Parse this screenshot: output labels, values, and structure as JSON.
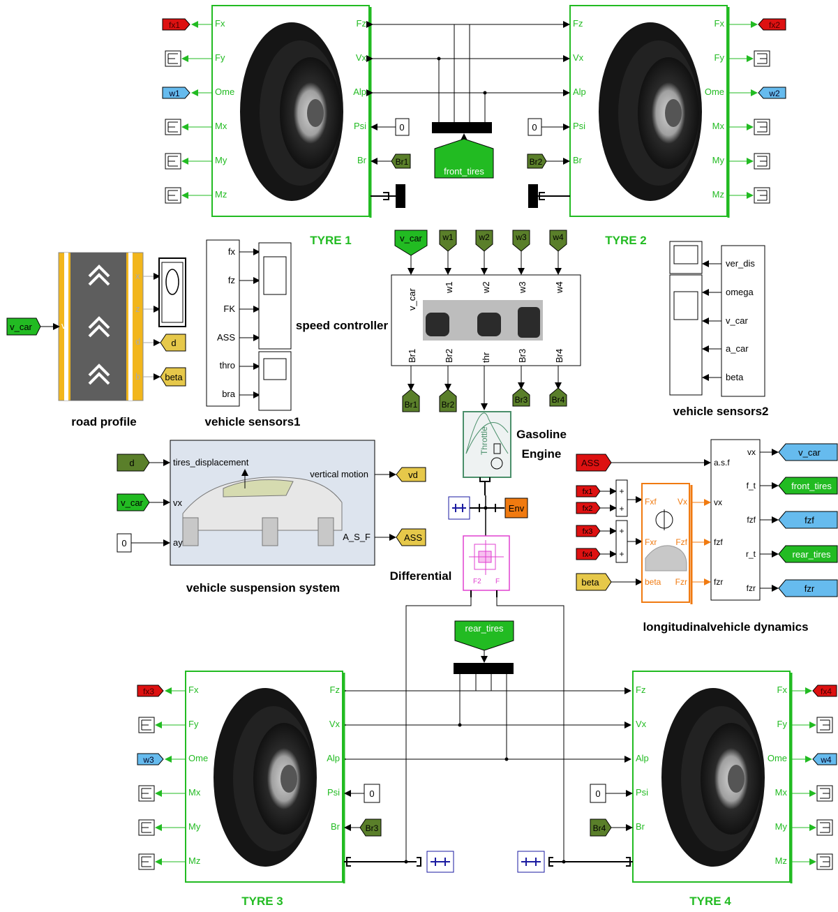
{
  "tyres": {
    "tyre1": {
      "title": "TYRE 1",
      "left_ports": [
        "Fx",
        "Fy",
        "Ome",
        "Mx",
        "My",
        "Mz"
      ],
      "right_ports": [
        "Fz",
        "Vx",
        "Alp",
        "Psi",
        "Br"
      ]
    },
    "tyre2": {
      "title": "TYRE 2",
      "left_ports": [
        "Fz",
        "Vx",
        "Alp",
        "Psi",
        "Br"
      ],
      "right_ports": [
        "Fx",
        "Fy",
        "Ome",
        "Mx",
        "My",
        "Mz"
      ]
    },
    "tyre3": {
      "title": "TYRE 3",
      "left_ports": [
        "Fx",
        "Fy",
        "Ome",
        "Mx",
        "My",
        "Mz"
      ],
      "right_ports": [
        "Fz",
        "Vx",
        "Alp",
        "Psi",
        "Br"
      ]
    },
    "tyre4": {
      "title": "TYRE 4",
      "left_ports": [
        "Fz",
        "Vx",
        "Alp",
        "Psi",
        "Br"
      ],
      "right_ports": [
        "Fx",
        "Fy",
        "Ome",
        "Mx",
        "My",
        "Mz"
      ]
    }
  },
  "tags": {
    "fx1": "fx1",
    "fx2": "fx2",
    "fx3": "fx3",
    "fx4": "fx4",
    "w1": "w1",
    "w2": "w2",
    "w3": "w3",
    "w4": "w4",
    "br1": "Br1",
    "br2": "Br2",
    "br3": "Br3",
    "br4": "Br4",
    "front_tires": "front_tires",
    "rear_tires": "rear_tires",
    "v_car": "v_car",
    "d": "d",
    "beta": "beta",
    "vd": "vd",
    "ass": "ASS",
    "env": "Env",
    "fzf": "fzf",
    "fzr": "fzr"
  },
  "constants": {
    "zero": "0"
  },
  "road_profile": {
    "title": "road profile",
    "in_port": "v",
    "out_ports": [
      "x",
      "z",
      "d",
      "b"
    ]
  },
  "vehicle_sensors1": {
    "title": "vehicle sensors1",
    "ports": [
      "fx",
      "fz",
      "FK",
      "ASS",
      "thro",
      "bra"
    ]
  },
  "speed_controller": {
    "title": "speed controller",
    "in_ports": [
      "v_car",
      "w1",
      "w2",
      "w3",
      "w4"
    ],
    "out_ports": [
      "Br1",
      "Br2",
      "thr",
      "Br3",
      "Br4"
    ]
  },
  "vehicle_sensors2": {
    "title": "vehicle sensors2",
    "ports": [
      "ver_dis",
      "omega",
      "v_car",
      "a_car",
      "beta"
    ]
  },
  "engine": {
    "title_line1": "Gasoline",
    "title_line2": "Engine",
    "icon_text": "Throttle"
  },
  "differential": {
    "title": "Differential"
  },
  "suspension": {
    "title": "vehicle suspension system",
    "in_ports": [
      "tires_displacement",
      "vx",
      "ay"
    ],
    "out_ports": [
      "vertical motion",
      "A_S_F"
    ]
  },
  "longitudinal": {
    "title": "longitudinalvehicle dynamics",
    "in_ports": [
      "a.s.f",
      "vx",
      "fzf",
      "fzr"
    ],
    "out_ports": [
      "vx",
      "f_t",
      "fzf",
      "r_t",
      "fzr"
    ],
    "sub_in": [
      "Fxf",
      "Fxr",
      "beta"
    ],
    "sub_out": [
      "Vx",
      "Fzf",
      "Fzr"
    ],
    "sum_signs": "+"
  },
  "colors": {
    "green_port": "#22bb22",
    "red_tag": "#dd1111",
    "blue_tag": "#66bbee",
    "dark_green_tag": "#5a7f2a",
    "yellow_tag": "#e6c84a",
    "env_orange": "#f07a10"
  }
}
